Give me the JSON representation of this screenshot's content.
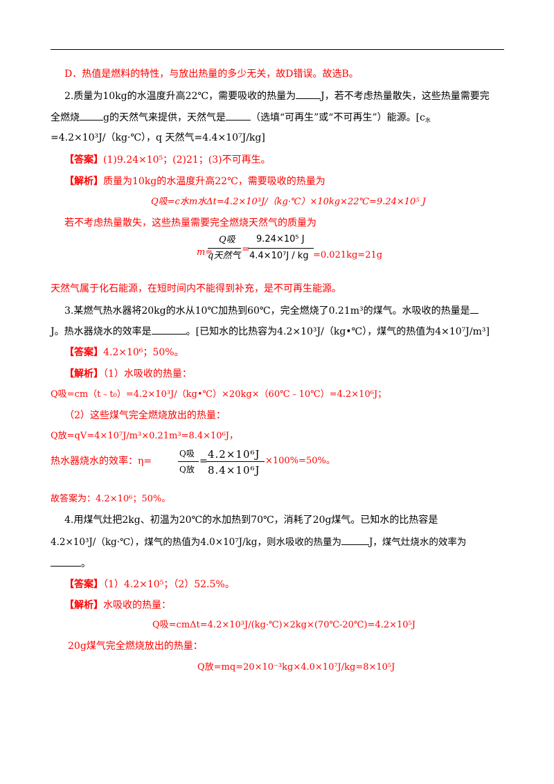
{
  "p1_conclusion": "D．热值是燃料的特性，与放出热量的多少无关，故D错误。故选B。",
  "q2": {
    "l1a": "2.质量为10kg的水温度升高22℃，需要吸收的热量为",
    "l1b": "J，若不考虑热量散失，这些热量需要完",
    "l2a": "全燃烧",
    "l2b": "g的天然气来提供，天然气是",
    "l2c": "（选填“可再生”或“不可再生”）能源。[c",
    "l2sub": "水",
    "l3": "=4.2×10³J/（kg·℃），q 天然气=4.4×10⁷J/kg]",
    "answer_tag": "【答案】",
    "answer": "(1)9.24×10⁵；(2)21；(3)不可再生。",
    "analysis_tag": "【解析】",
    "analysis1": "质量为10kg的水温度升高22℃，需要吸收的热量为",
    "formula1": "Q吸=c水m水Δt=4.2×10³J/（kg·℃）×10kg×22℃=9.24×10⁵ J",
    "analysis2": "若不考虑热量散失，这些热量需要完全燃烧天然气的质量为",
    "m_left": "m=",
    "frac1_num": "Q吸",
    "frac1_den": "q天然气",
    "eq": "=",
    "frac2_num": "9.24×10⁵ J",
    "frac2_den": "4.4×10⁷J / kg",
    "m_result": "=0.021kg=21g",
    "analysis3": "天然气属于化石能源，在短时间内不能得到补充，是不可再生能源。"
  },
  "q3": {
    "l1": "3.某燃气热水器将20kg的水从10℃加热到60℃，完全燃烧了0.21m³的煤气。水吸收的热量是",
    "l2a": "J。热水器烧水的效率是",
    "l2b": "。[已知水的比热容为4.2×10³J/（kg•℃），煤气的热值为4×10⁷J/m³]",
    "answer_tag": "【答案】",
    "answer": "4.2×10⁶；50%。",
    "analysis_tag": "【解析】",
    "a1": "（1）水吸收的热量：",
    "a2": "Q吸=cm（t﹣t₀）=4.2×10³J/（kg•℃）×20kg×（60℃﹣10℃）=4.2×10⁶J；",
    "a3": "（2）这些煤气完全燃烧放出的热量：",
    "a4": "Q放=qV=4×10⁷J/m³×0.21m³=8.4×10⁶J，",
    "eff_label": "热水器烧水的效率：η=",
    "eff_num1": "Q吸",
    "eff_den1": "Q放",
    "eff_num2": "4.2×10⁶J",
    "eff_den2": "8.4×10⁶J",
    "eff_tail": "×100%=50%。",
    "final": "故答案为：4.2×10⁶；50%。"
  },
  "q4": {
    "l1": "4.用煤气灶把2kg、初温为20℃的水加热到70℃，消耗了20g煤气。已知水的比热容是",
    "l2a": "4.2×10³J/（kg·℃），煤气的热值为4.0×10⁷J/kg，则水吸收的热量为",
    "l2b": "J，煤气灶烧水的效率为",
    "l3": "。",
    "answer_tag": "【答案】",
    "answer": "（1）4.2×10⁵；（2）52.5%。",
    "analysis_tag": "【解析】",
    "a1": "水吸收的热量：",
    "f1": "Q吸=cmΔt=4.2×10³J/(kg·℃)×2kg×(70℃-20℃)=4.2×10⁵J",
    "a2": "20g煤气完全燃烧放出的热量：",
    "f2": "Q放=mq=20×10⁻³kg×4.0×10⁷J/kg=8×10⁵J"
  }
}
